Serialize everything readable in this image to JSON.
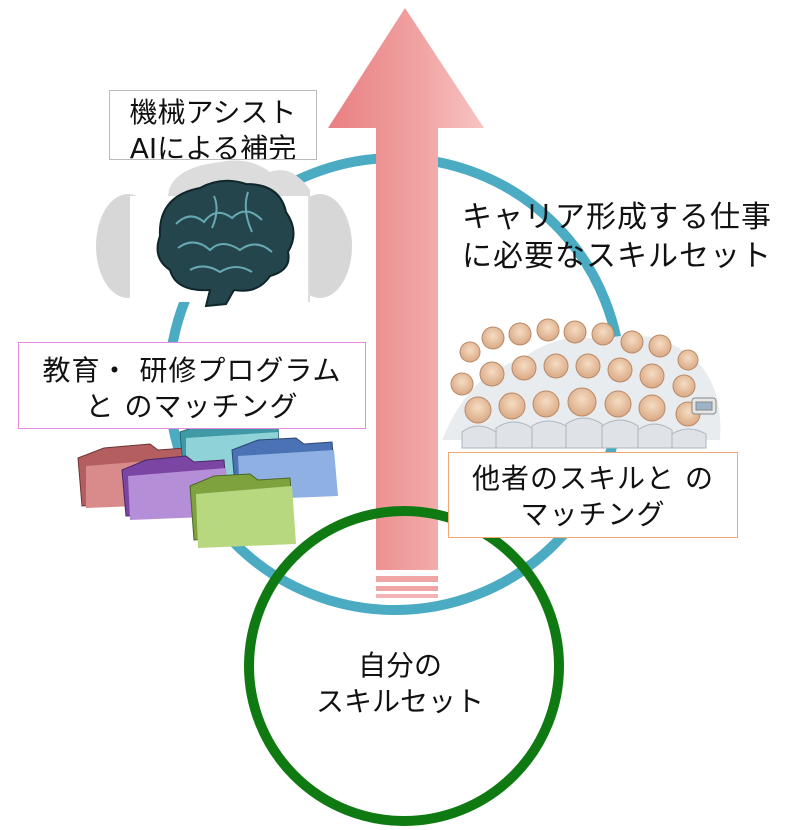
{
  "labels": {
    "ai_assist": [
      "機械アシスト",
      "AIによる補完"
    ],
    "career_skillset": [
      "キャリア形成する仕事",
      "に必要なスキルセット"
    ],
    "education_matching": [
      "教育・ 研修プログラム",
      "と のマッチング"
    ],
    "others_matching": [
      "他者のスキルと の",
      "マッチング"
    ],
    "own_skillset": [
      "自分の",
      "スキルセット"
    ]
  },
  "colors": {
    "arrow": "#ec8a8a",
    "arrow_light": "#f5b7b7",
    "cycle_ring": "#4aabc3",
    "self_circle": "#0f7a12",
    "ai_border": "#bbbbbb",
    "edu_border": "#e58ae0",
    "match_border": "#f3a873"
  },
  "icons": {
    "brain": "brain-icon",
    "folders": "folder-stack-icon",
    "people": "people-crowd-icon"
  }
}
